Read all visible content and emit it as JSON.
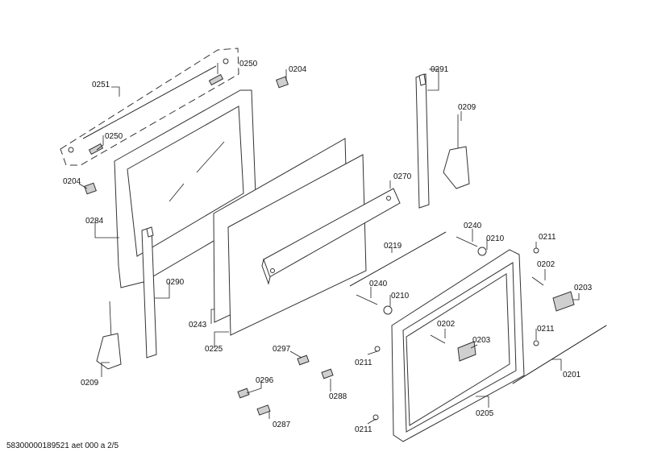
{
  "labels": {
    "l0251": "0251",
    "l0250a": "0250",
    "l0250b": "0250",
    "l0204a": "0204",
    "l0204b": "0204",
    "l0284": "0284",
    "l0290": "0290",
    "l0209a": "0209",
    "l0209b": "0209",
    "l0243": "0243",
    "l0225": "0225",
    "l0270": "0270",
    "l0291": "0291",
    "l0240a": "0240",
    "l0240b": "0240",
    "l0210a": "0210",
    "l0210b": "0210",
    "l0219": "0219",
    "l0211a": "0211",
    "l0211b": "0211",
    "l0211c": "0211",
    "l0211d": "0211",
    "l0202a": "0202",
    "l0202b": "0202",
    "l0203a": "0203",
    "l0203b": "0203",
    "l0201": "0201",
    "l0205": "0205",
    "l0297": "0297",
    "l0296": "0296",
    "l0288": "0288",
    "l0287": "0287"
  },
  "footer": "58300000189521 aet 000 a 2/5"
}
